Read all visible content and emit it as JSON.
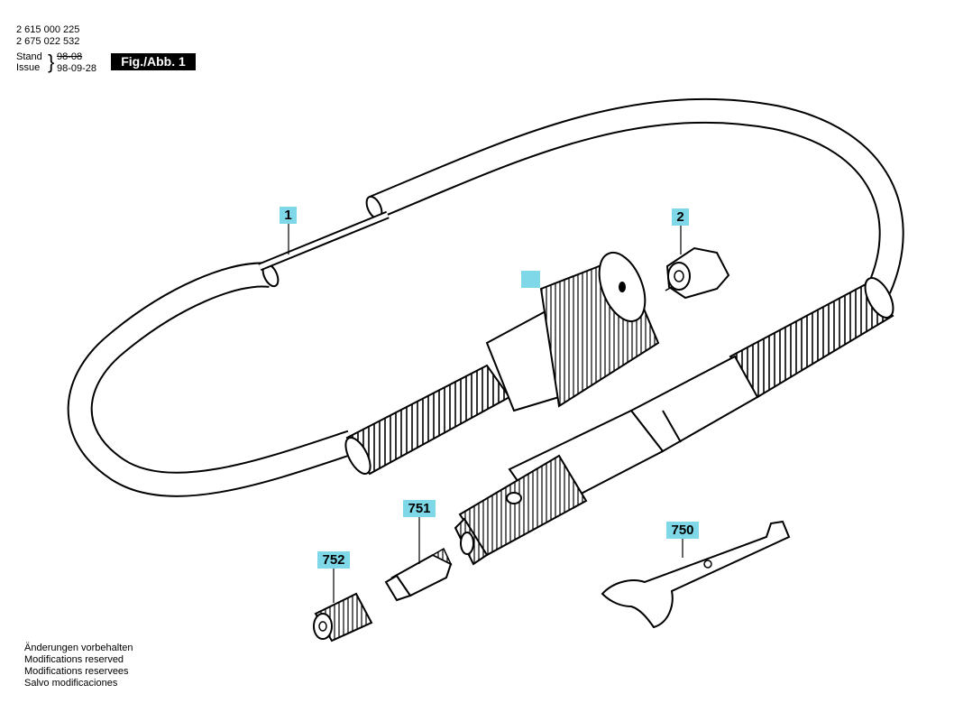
{
  "header": {
    "part_number_1": "2 615 000 225",
    "part_number_2": "2 675 022 532",
    "stand_label": "Stand",
    "issue_label": "Issue",
    "stand_date": "98-08",
    "issue_date": "98-09-28"
  },
  "figure_label": "Fig./Abb. 1",
  "callouts": {
    "c1": "1",
    "c2": "2",
    "c3": "",
    "c751": "751",
    "c752": "752",
    "c750": "750"
  },
  "footer": {
    "line1": "Änderungen vorbehalten",
    "line2": "Modifications reserved",
    "line3": "Modifications reservees",
    "line4": "Salvo modificaciones"
  }
}
